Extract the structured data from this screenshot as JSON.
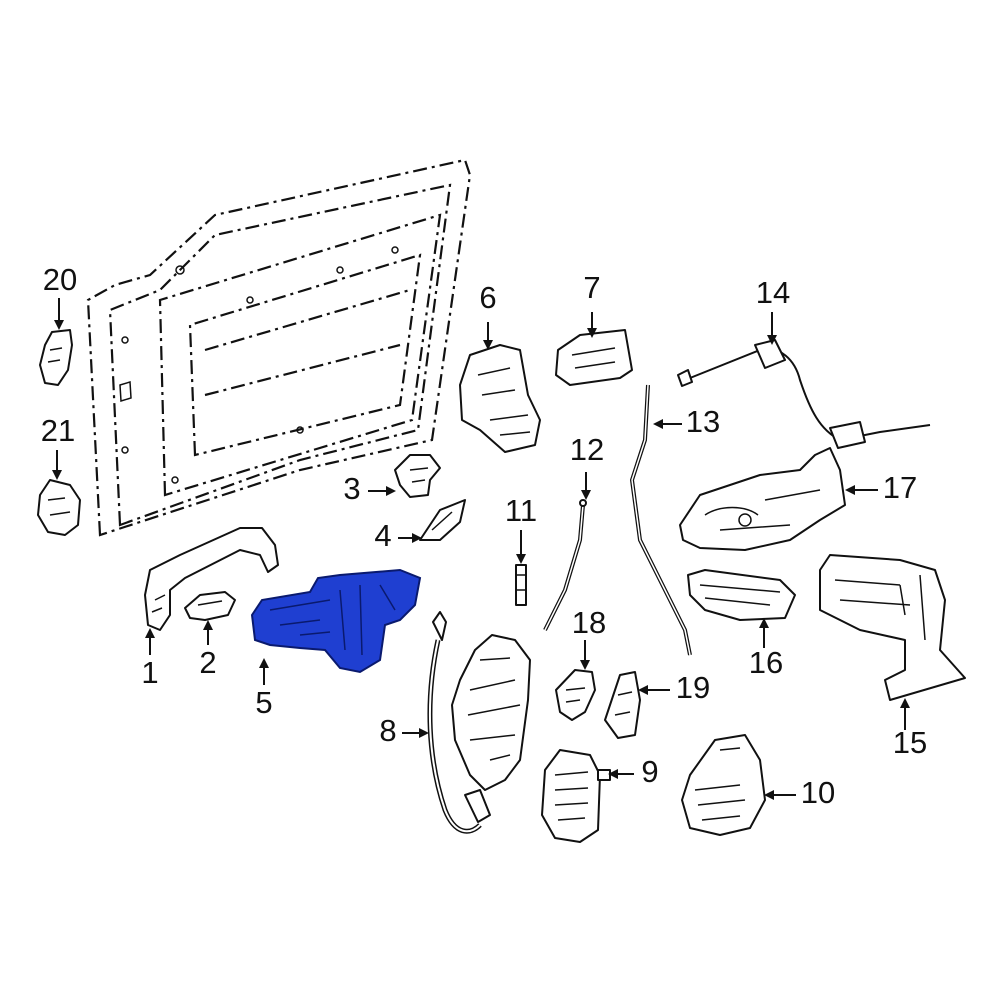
{
  "diagram": {
    "highlight_color": "#1f3fd1",
    "highlighted_part": "5",
    "callouts": [
      {
        "id": "1",
        "label": "1"
      },
      {
        "id": "2",
        "label": "2"
      },
      {
        "id": "3",
        "label": "3"
      },
      {
        "id": "4",
        "label": "4"
      },
      {
        "id": "5",
        "label": "5"
      },
      {
        "id": "6",
        "label": "6"
      },
      {
        "id": "7",
        "label": "7"
      },
      {
        "id": "8",
        "label": "8"
      },
      {
        "id": "9",
        "label": "9"
      },
      {
        "id": "10",
        "label": "10"
      },
      {
        "id": "11",
        "label": "11"
      },
      {
        "id": "12",
        "label": "12"
      },
      {
        "id": "13",
        "label": "13"
      },
      {
        "id": "14",
        "label": "14"
      },
      {
        "id": "15",
        "label": "15"
      },
      {
        "id": "16",
        "label": "16"
      },
      {
        "id": "17",
        "label": "17"
      },
      {
        "id": "18",
        "label": "18"
      },
      {
        "id": "19",
        "label": "19"
      },
      {
        "id": "20",
        "label": "20"
      },
      {
        "id": "21",
        "label": "21"
      }
    ]
  }
}
